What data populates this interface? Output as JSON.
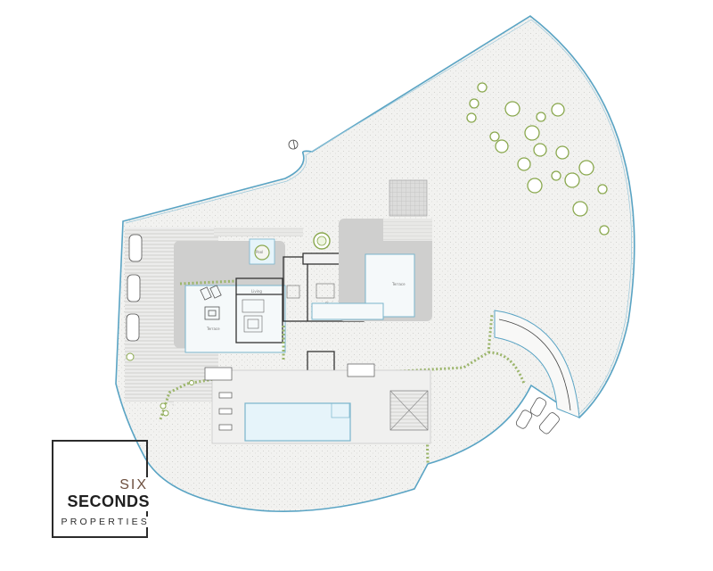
{
  "plan": {
    "labels": {
      "pool_small": "Pool",
      "terrace_left": "Terrace",
      "terrace_right": "Terrace",
      "room_a": "Living",
      "room_b": "Dining"
    }
  },
  "brand": {
    "line1": "SIX",
    "line2": "SECONDS",
    "line3": "PROPERTIES"
  },
  "colors": {
    "boundary": "#5aa4c4",
    "garden": "#f1f1ef",
    "hedge": "#9bb56a",
    "tree": "#8aa84e",
    "pool": "#e6f4fa",
    "wall": "#333333"
  }
}
